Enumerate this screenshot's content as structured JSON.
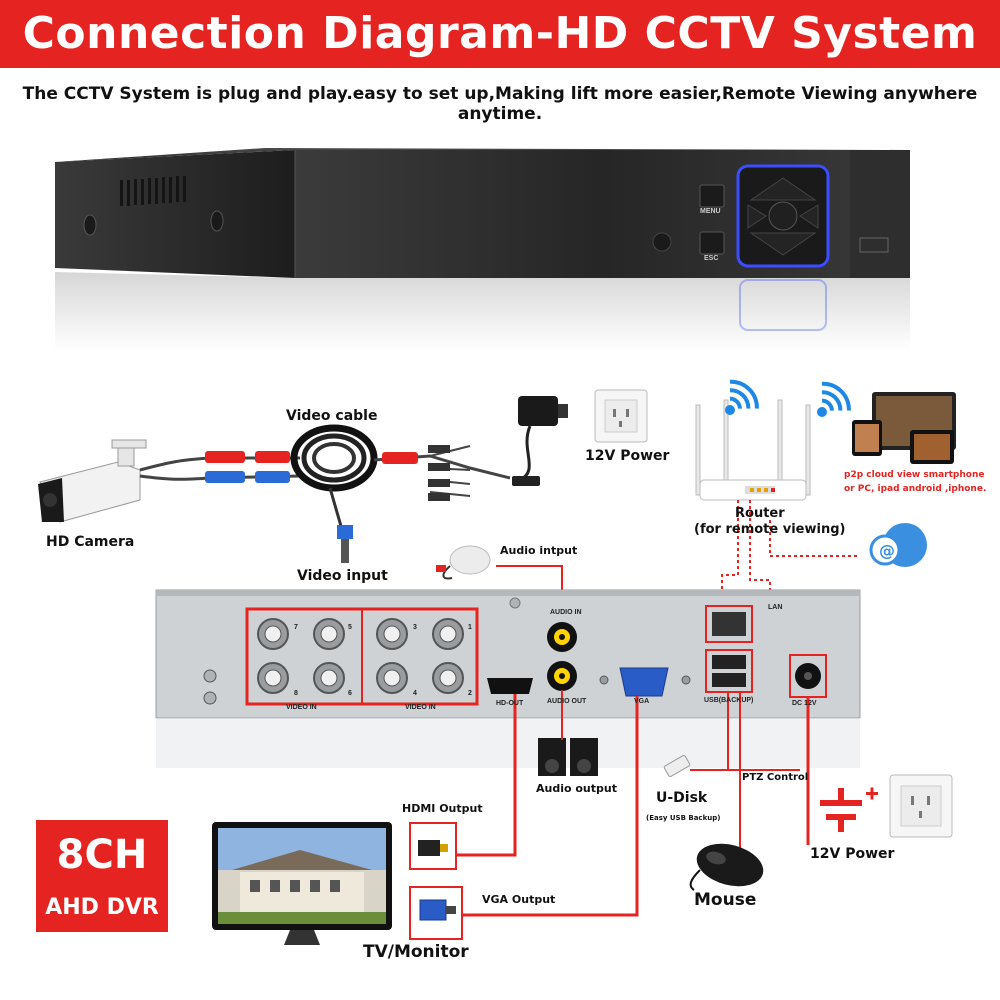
{
  "header": {
    "title": "Connection Diagram-HD CCTV System",
    "subtitle": "The CCTV System is plug and play.easy to set up,Making lift more easier,Remote Viewing anywhere anytime."
  },
  "dvr_front": {
    "menu_label": "MENU",
    "esc_label": "ESC"
  },
  "labels": {
    "video_cable": "Video cable",
    "hd_camera": "HD Camera",
    "video_input": "Video input",
    "power_top": "12V Power",
    "router": "Router",
    "router_note": "(for remote viewing)",
    "p2p_line1": "p2p cloud  view smartphone",
    "p2p_line2": "or PC, ipad android ,iphone.",
    "audio_input": "Audio intput",
    "audio_output": "Audio output",
    "udisk": "U-Disk",
    "udisk_note": "(Easy USB Backup)",
    "ptz_control": "PTZ Control",
    "power_bottom": "12V Power",
    "hdmi_output": "HDMI Output",
    "vga_output": "VGA Output",
    "mouse": "Mouse",
    "tv_monitor": "TV/Monitor"
  },
  "rear_panel": {
    "video_in_left": "VIDEO IN",
    "video_in_right": "VIDEO IN",
    "audio_in": "AUDIO IN",
    "audio_out": "AUDIO OUT",
    "hd_out": "HD-OUT",
    "vga": "VGA",
    "lan": "LAN",
    "usb": "USB(BACKUP)",
    "dc": "DC 12V",
    "bnc_numbers": [
      "7",
      "5",
      "3",
      "1",
      "8",
      "6",
      "4",
      "2"
    ]
  },
  "badge": {
    "line1": "8CH",
    "line2": "AHD DVR"
  },
  "colors": {
    "accent": "#e52421",
    "dvr_body": "#2b2b2b",
    "panel": "#cfd2d4",
    "wifi": "#1e88e5"
  }
}
